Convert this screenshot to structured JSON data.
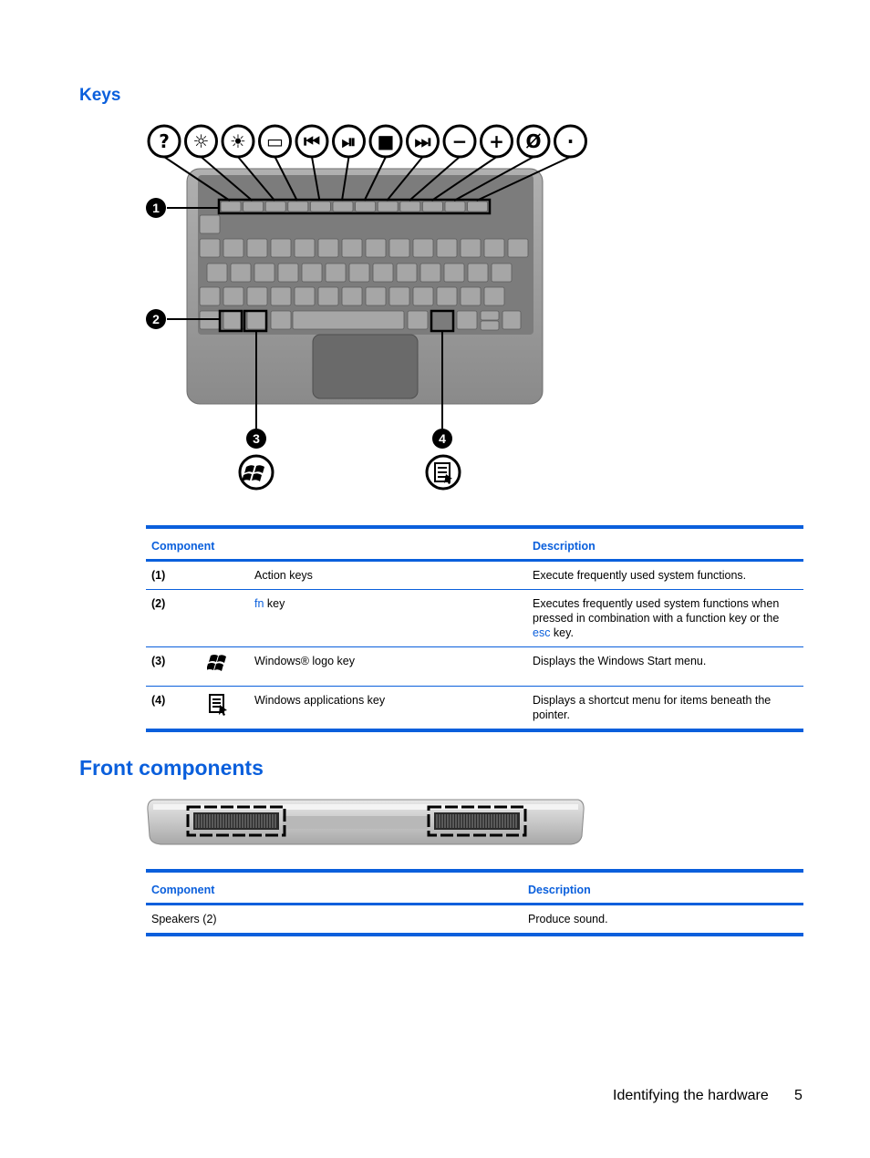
{
  "sections": {
    "keys_title": "Keys",
    "front_title": "Front components"
  },
  "figure_keys": {
    "callouts": [
      "1",
      "2",
      "3",
      "4"
    ],
    "action_icons": [
      "help-icon",
      "brightness-down-icon",
      "brightness-up-icon",
      "display-switch-icon",
      "previous-track-icon",
      "play-pause-icon",
      "stop-icon",
      "next-track-icon",
      "volume-down-icon",
      "volume-up-icon",
      "mute-icon",
      "wireless-icon"
    ],
    "bottom_icons": [
      "windows-logo-icon",
      "applications-key-icon"
    ]
  },
  "keys_table": {
    "headers": {
      "component": "Component",
      "description": "Description"
    },
    "rows": [
      {
        "num": "(1)",
        "icon": "",
        "name_pre": "",
        "name_link": "",
        "name_post": "Action keys",
        "desc_pre": "Execute frequently used system functions.",
        "desc_link": "",
        "desc_post": ""
      },
      {
        "num": "(2)",
        "icon": "",
        "name_pre": "",
        "name_link": "fn",
        "name_post": " key",
        "desc_pre": "Executes frequently used system functions when pressed in combination with a function key or the ",
        "desc_link": "esc",
        "desc_post": " key."
      },
      {
        "num": "(3)",
        "icon": "windows-logo-icon",
        "name_pre": "",
        "name_link": "",
        "name_post": "Windows® logo key",
        "desc_pre": "Displays the Windows Start menu.",
        "desc_link": "",
        "desc_post": ""
      },
      {
        "num": "(4)",
        "icon": "applications-key-icon",
        "name_pre": "",
        "name_link": "",
        "name_post": "Windows applications key",
        "desc_pre": "Displays a shortcut menu for items beneath the pointer.",
        "desc_link": "",
        "desc_post": ""
      }
    ]
  },
  "front_table": {
    "headers": {
      "component": "Component",
      "description": "Description"
    },
    "rows": [
      {
        "name": "Speakers (2)",
        "desc": "Produce sound."
      }
    ]
  },
  "footer": {
    "text": "Identifying the hardware",
    "page": "5"
  },
  "colors": {
    "accent": "#0a5fdc",
    "keyboard_base": "#9a9a9a",
    "keyboard_dark": "#5a5a5a"
  }
}
